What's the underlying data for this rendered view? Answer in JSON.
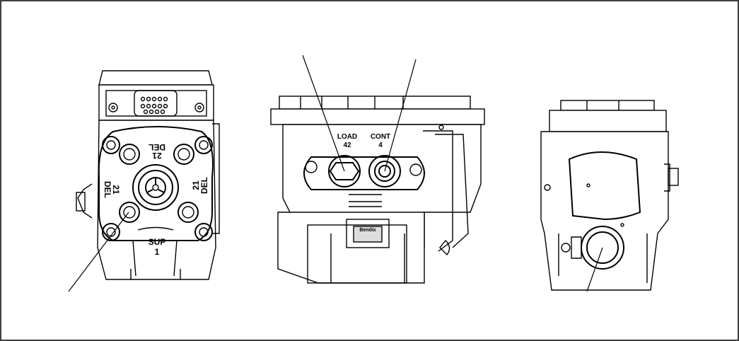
{
  "figure": {
    "background": "#ffffff",
    "line_color": "#000000"
  },
  "views": {
    "front": {
      "ports": {
        "del_top": "21\nDEL",
        "del_left": "21\nDEL",
        "del_right": "21\nDEL",
        "sup": "SUP",
        "sup_num": "1"
      }
    },
    "side": {
      "ports": {
        "load": "LOAD",
        "load_num": "42",
        "cont": "CONT",
        "cont_num": "4"
      },
      "brand": "Bendix"
    },
    "rear": {}
  }
}
